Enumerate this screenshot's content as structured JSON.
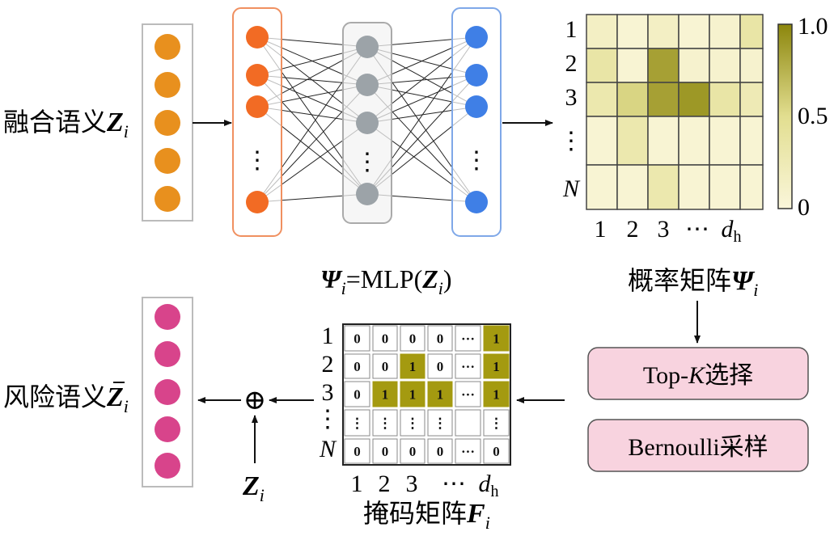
{
  "fusion_label": "融合语义",
  "fusion_var": "Z",
  "fusion_sub": "i",
  "mlp_eq": {
    "lhs": "Ψ",
    "lhs_sub": "i",
    "mid": "=MLP(",
    "arg": "Z",
    "arg_sub": "i",
    "close": ")"
  },
  "layer_dots": "⋮",
  "prob": {
    "row_labels": [
      "1",
      "2",
      "3",
      "⋮",
      "N"
    ],
    "col_labels": [
      "1",
      "2",
      "3",
      "⋯",
      "d"
    ],
    "col_last_sub": "h",
    "caption": "概率矩阵",
    "caption_var": "Ψ",
    "caption_sub": "i",
    "values": [
      [
        0.15,
        0.05,
        0.15,
        0.05,
        0.08,
        0.35
      ],
      [
        0.35,
        0.05,
        0.85,
        0.08,
        0.08,
        0.08
      ],
      [
        0.3,
        0.55,
        0.85,
        0.9,
        0.35,
        0.25
      ],
      [
        0.05,
        0.3,
        0.05,
        0.05,
        0.05,
        0.05
      ],
      [
        0.05,
        0.05,
        0.3,
        0.05,
        0.05,
        0.05
      ]
    ]
  },
  "colorbar": {
    "max_label": "1.0",
    "mid_label": "0.5",
    "min_label": "0"
  },
  "topk": {
    "prefix": "Top-",
    "k": "K",
    "suffix": "选择"
  },
  "bernoulli_label": "Bernoulli采样",
  "mask": {
    "row_labels": [
      "1",
      "2",
      "3",
      "⋮",
      "N"
    ],
    "col_labels": [
      "1",
      "2",
      "3",
      "⋯",
      "d"
    ],
    "col_last_sub": "h",
    "caption": "掩码矩阵",
    "caption_var": "F",
    "caption_sub": "i",
    "cells": [
      [
        "0",
        "0",
        "0",
        "0",
        "···",
        "1"
      ],
      [
        "0",
        "0",
        "1",
        "0",
        "···",
        "1"
      ],
      [
        "0",
        "1",
        "1",
        "1",
        "···",
        "1"
      ],
      [
        "⋮",
        "⋮",
        "⋮",
        "⋮",
        "",
        "⋮"
      ],
      [
        "0",
        "0",
        "0",
        "0",
        "···",
        "0"
      ]
    ],
    "ones": [
      [
        0,
        5
      ],
      [
        1,
        2
      ],
      [
        1,
        5
      ],
      [
        2,
        1
      ],
      [
        2,
        2
      ],
      [
        2,
        3
      ],
      [
        2,
        5
      ]
    ]
  },
  "oplus": "⊕",
  "z_input": {
    "var": "Z",
    "sub": "i"
  },
  "risk_label": "风险语义",
  "risk_var": "Z",
  "risk_sub": "i",
  "colors": {
    "orange_node": "#E8901E",
    "red_node": "#F26B24",
    "gray_node": "#9CA3A8",
    "blue_node": "#3F7FE6",
    "pink_node": "#D8448B",
    "olive_dark": "#A49A10",
    "pink_box": "#F8D3DF"
  }
}
